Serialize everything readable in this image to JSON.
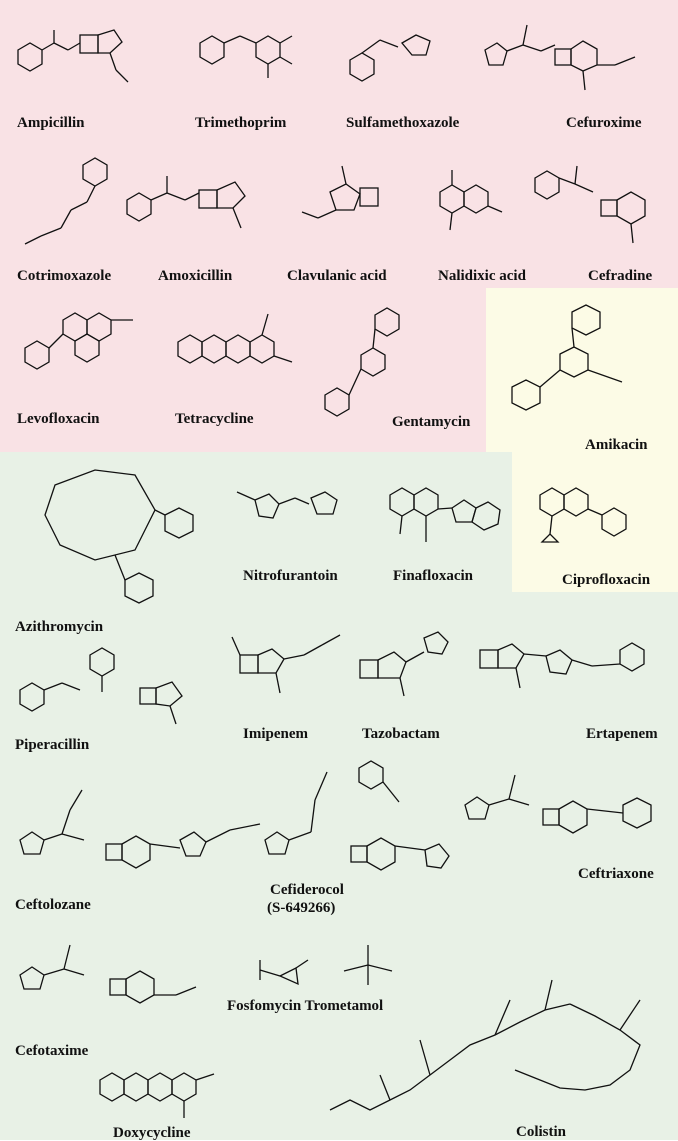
{
  "regions": [
    {
      "name": "pink-region",
      "color": "#f9e2e5"
    },
    {
      "name": "yellow-region",
      "color": "#fcfbe6"
    },
    {
      "name": "green-region",
      "color": "#e8f1e6"
    }
  ],
  "drugs": [
    "Ampicillin",
    "Trimethoprim",
    "Sulfamethoxazole",
    "Cefuroxime",
    "Cotrimoxazole",
    "Amoxicillin",
    "Clavulanic acid",
    "Nalidixic acid",
    "Cefradine",
    "Levofloxacin",
    "Tetracycline",
    "Gentamycin",
    "Amikacin",
    "Azithromycin",
    "Nitrofurantoin",
    "Finafloxacin",
    "Ciprofloxacin",
    "Piperacillin",
    "Imipenem",
    "Tazobactam",
    "Ertapenem",
    "Ceftolozane",
    "Cefiderocol",
    "(S-649266)",
    "Ceftriaxone",
    "Cefotaxime",
    "Fosfomycin Trometamol",
    "Doxycycline",
    "Colistin"
  ]
}
